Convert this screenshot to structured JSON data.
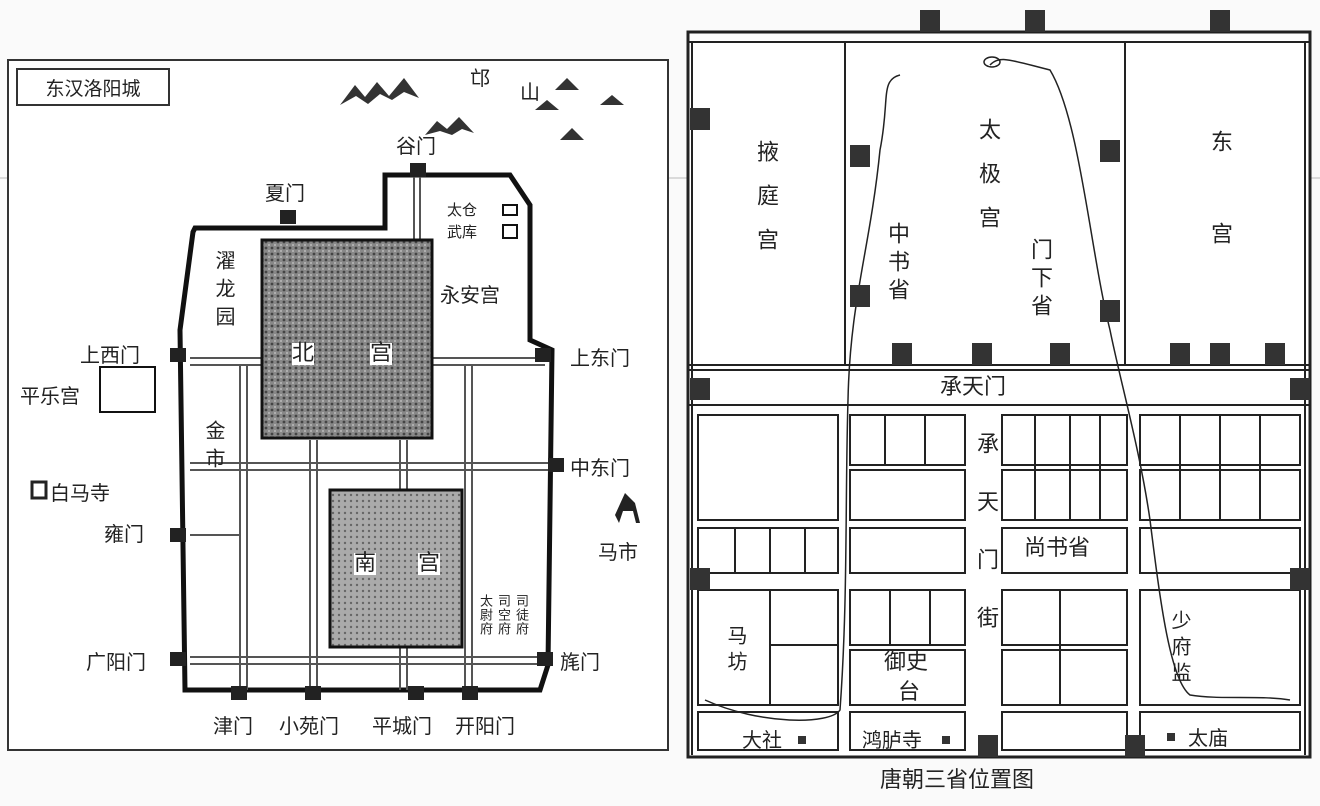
{
  "left_map": {
    "title": "东汉洛阳城",
    "mountain": [
      "邙",
      "山"
    ],
    "gates": {
      "gu": "谷门",
      "xia": "夏门",
      "shangxi": "上西门",
      "shangdong": "上东门",
      "zhongdong": "中东门",
      "yong": "雍门",
      "guangyang": "广阳门",
      "mao": "旄门",
      "jin": "津门",
      "xiaoyuan": "小苑门",
      "pingcheng": "平城门",
      "kaiyang": "开阳门"
    },
    "places": {
      "taicang": "太仓",
      "wuku": "武库",
      "zhuolong": "濯龙园",
      "yongan": "永安宫",
      "beigong": [
        "北",
        "宫"
      ],
      "nangong": [
        "南",
        "宫"
      ],
      "jinshi": "金市",
      "pingle": "平乐宫",
      "baima": "白马寺",
      "mashi": "马市",
      "situ": "司徒府",
      "sikong": "司空府",
      "taiwei": "太尉府"
    }
  },
  "right_map": {
    "caption": "唐朝三省位置图",
    "places": {
      "yeting": "掖庭宫",
      "taiji": "太极宫",
      "donggong": "东宫",
      "zhongshu": "中书省",
      "menxia": "门下省",
      "chengtianmen": "承天门",
      "chengtianjie": "承天门街",
      "shangshu": "尚书省",
      "mafang": "马坊",
      "yushitai": [
        "御史",
        "台"
      ],
      "shaofu": "少府监",
      "dashe": "大社",
      "honglu": "鸿胪寺",
      "taimiao": "太庙"
    }
  }
}
